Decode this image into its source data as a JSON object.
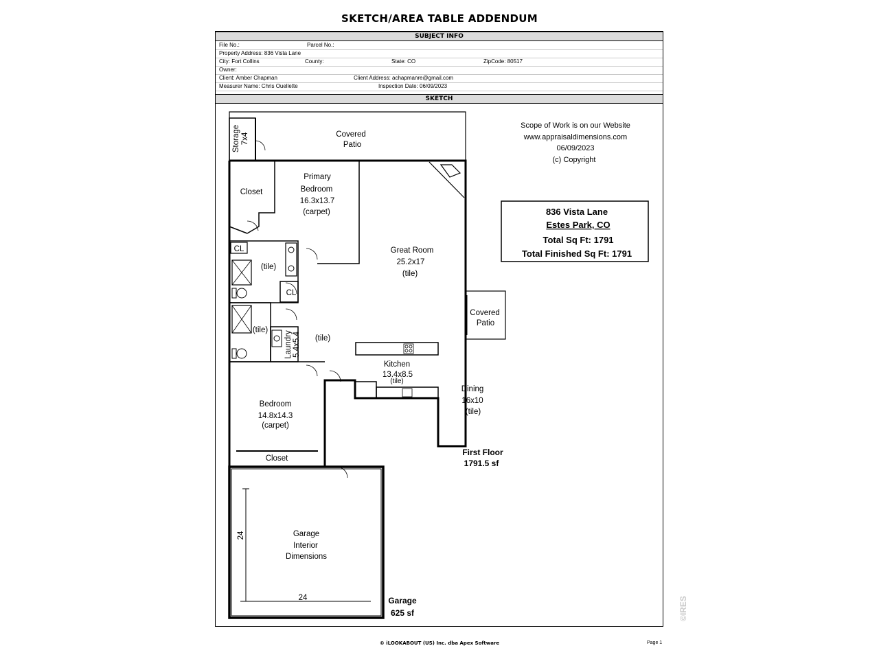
{
  "header": {
    "title": "SKETCH/AREA TABLE ADDENDUM"
  },
  "subject_info": {
    "section_title": "SUBJECT INFO",
    "file_no": "File No.:",
    "parcel_no": "Parcel No.:",
    "property_address": "Property Address: 836 Vista Lane",
    "city": "City: Fort Collins",
    "county": "County:",
    "state": "State: CO",
    "zipcode": "ZipCode: 80517",
    "owner": "Owner:",
    "client": "Client: Amber Chapman",
    "client_address": "Client Address: achapmanre@gmail.com",
    "measurer": "Measurer Name: Chris Ouellette",
    "inspection_date": "Inspection Date: 06/09/2023"
  },
  "sketch": {
    "section_title": "SKETCH",
    "scope_lines": [
      "Scope of Work is on our Website",
      "www.appraisaldimensions.com",
      "06/09/2023",
      "(c) Copyright"
    ],
    "summary": {
      "address": "836 Vista Lane",
      "city": "Estes Park, CO",
      "total_sqft": "Total Sq Ft: 1791",
      "total_finished": "Total Finished Sq Ft: 1791"
    },
    "rooms": {
      "storage": {
        "name": "Storage",
        "dims": "7x4"
      },
      "covered_patio_top": [
        "Covered",
        "Patio"
      ],
      "closet_top": "Closet",
      "primary_bedroom": [
        "Primary",
        "Bedroom",
        "16.3x13.7",
        "(carpet)"
      ],
      "cl_1": "CL",
      "bath_1": "(tile)",
      "cl_2": "CL",
      "great_room": [
        "Great Room",
        "25.2x17",
        "(tile)"
      ],
      "covered_patio_side": [
        "Covered",
        "Patio"
      ],
      "bath_2": "(tile)",
      "laundry": {
        "name": "Laundry",
        "dims": "5.4x5.4"
      },
      "hall": "(tile)",
      "kitchen": [
        "Kitchen",
        "13.4x8.5",
        "(tile)"
      ],
      "dining": [
        "Dining",
        "16x10",
        "(tile)"
      ],
      "bedroom": [
        "Bedroom",
        "14.8x14.3",
        "(carpet)"
      ],
      "closet_bottom": "Closet",
      "garage": [
        "Garage",
        "Interior",
        "Dimensions"
      ]
    },
    "first_floor": {
      "label": "First Floor",
      "area": "1791.5 sf"
    },
    "garage_area": {
      "label": "Garage",
      "area": "625 sf"
    },
    "garage_dims": {
      "vertical": "24",
      "horizontal": "24"
    }
  },
  "footer": {
    "copyright": "© iLOOKABOUT (US) Inc. dba Apex Software",
    "page": "Page 1"
  },
  "watermark": "©IRES"
}
